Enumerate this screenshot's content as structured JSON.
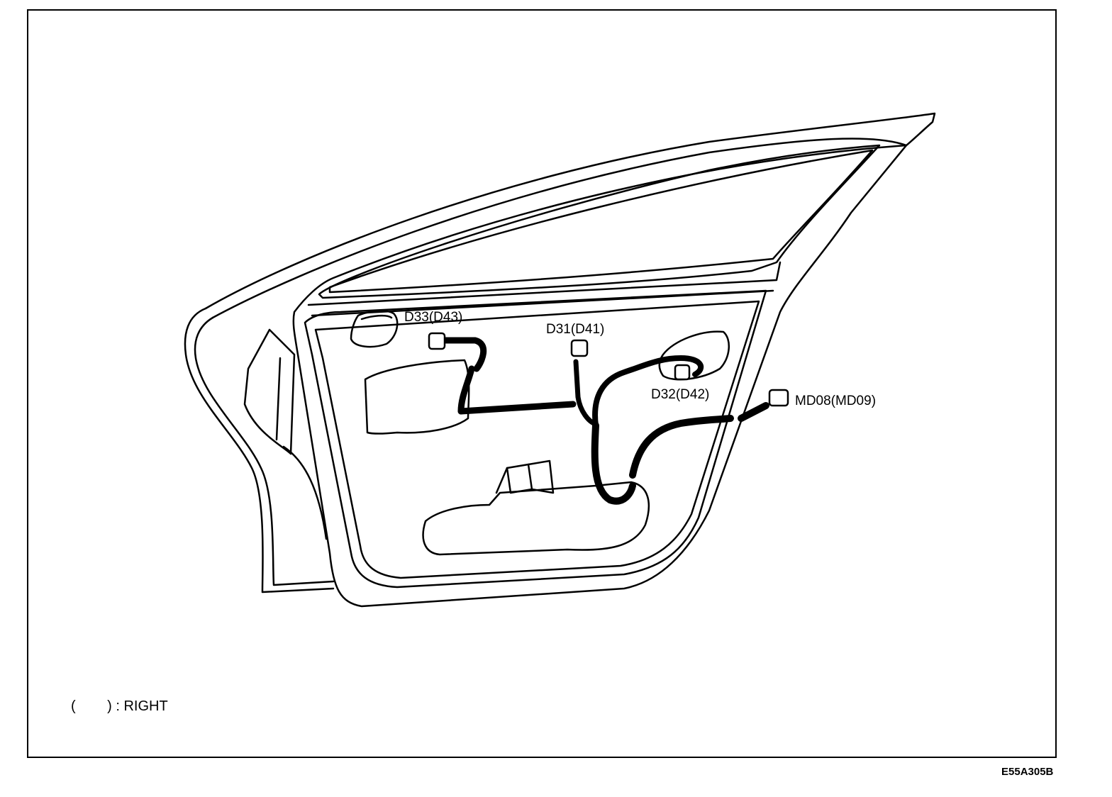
{
  "connectors": {
    "d33": "D33(D43)",
    "d31": "D31(D41)",
    "d32": "D32(D42)",
    "md08": "MD08(MD09)"
  },
  "legend": "(        ) : RIGHT",
  "figure_code": "E55A305B"
}
